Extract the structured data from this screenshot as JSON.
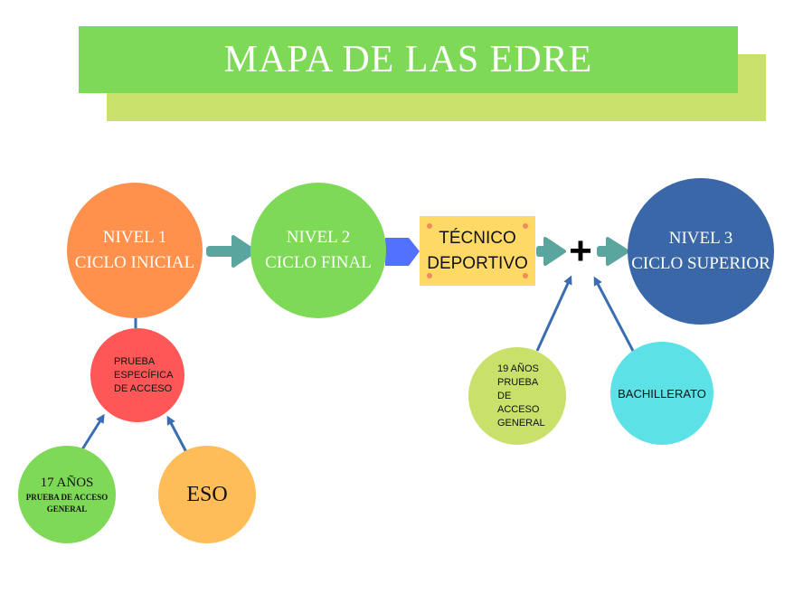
{
  "title": "MAPA DE LAS EDRE",
  "nodes": {
    "nivel1": {
      "line1": "NIVEL 1",
      "line2": "CICLO INICIAL"
    },
    "nivel2": {
      "line1": "NIVEL 2",
      "line2": "CICLO FINAL"
    },
    "tecnico": {
      "line1": "TÉCNICO",
      "line2": "DEPORTIVO"
    },
    "nivel3": {
      "line1": "NIVEL 3",
      "line2": "CICLO SUPERIOR"
    },
    "prueba_especifica": {
      "line1": "PRUEBA",
      "line2": "ESPECÍFICA",
      "line3": "DE ACCESO"
    },
    "edad17": {
      "line1": "17 AÑOS",
      "line2": "PRUEBA DE ACCESO",
      "line3": "GENERAL"
    },
    "eso": {
      "label": "ESO"
    },
    "edad19": {
      "line1": "19 AÑOS",
      "line2": "PRUEBA",
      "line3": "DE",
      "line4": "ACCESO",
      "line5": "GENERAL"
    },
    "bachillerato": {
      "label": "BACHILLERATO"
    },
    "plus": {
      "label": "+"
    }
  },
  "colors": {
    "title_bg": "#7ed957",
    "title_shadow": "#c9e06a",
    "nivel1": "#ff914d",
    "nivel2": "#7ed957",
    "tecnico": "#ffd966",
    "nivel3": "#3a67a8",
    "prueba_especifica": "#ff5757",
    "edad17": "#7ed957",
    "eso": "#ffbd59",
    "edad19": "#c9e06a",
    "bachillerato": "#5ce1e6",
    "arrow_teal": "#5aa59e",
    "arrow_blue": "#3b6db3",
    "connector": "#5271ff"
  }
}
